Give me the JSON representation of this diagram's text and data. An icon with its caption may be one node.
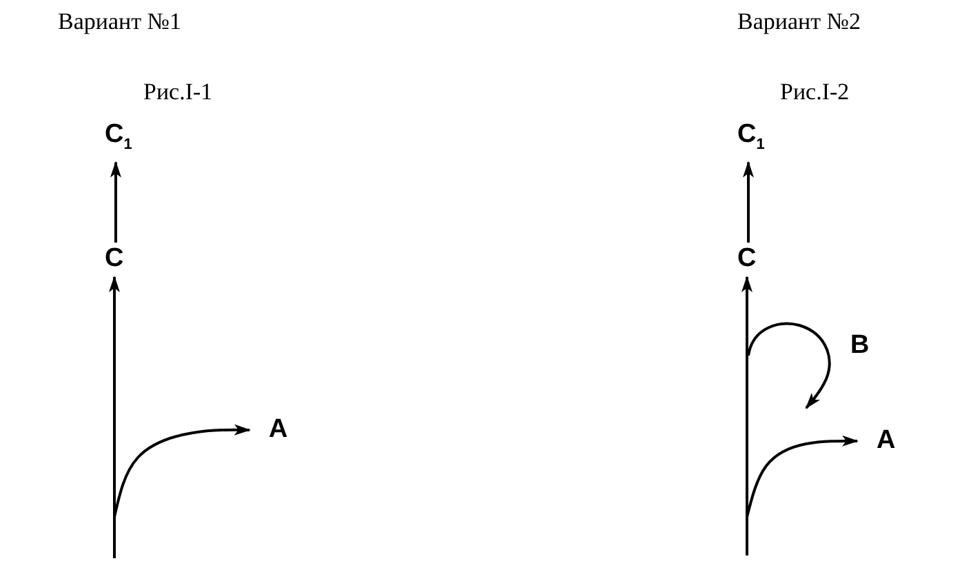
{
  "diagram": {
    "nodes": [
      {
        "text": [
          "C$_{1}$"
        ]
      },
      {
        "text": [
          "C"
        ]
      },
      {
        "text": [
          "A"
        ]
      },
      {
        "text": [
          "C$_{1}$"
        ]
      },
      {
        "text": [
          "C"
        ]
      },
      {
        "text": [
          "A"
        ]
      }
    ],
    "edges": [
      {
        "from": null,
        "to": 1,
        "arrow": "to"
      },
      {
        "from": 1,
        "to": 0,
        "arrow": "to"
      },
      {
        "from": null,
        "to": 2,
        "arrow": "to"
      },
      {
        "from": null,
        "to": 4,
        "arrow": "to"
      },
      {
        "from": 4,
        "to": 3,
        "arrow": "to"
      },
      {
        "from": null,
        "to": 5,
        "arrow": "to"
      }
    ],
    "labels": [
      "Вариант №1",
      "Вариант №2",
      "Рис.I-1",
      "Рис.I-2",
      "B"
    ]
  }
}
